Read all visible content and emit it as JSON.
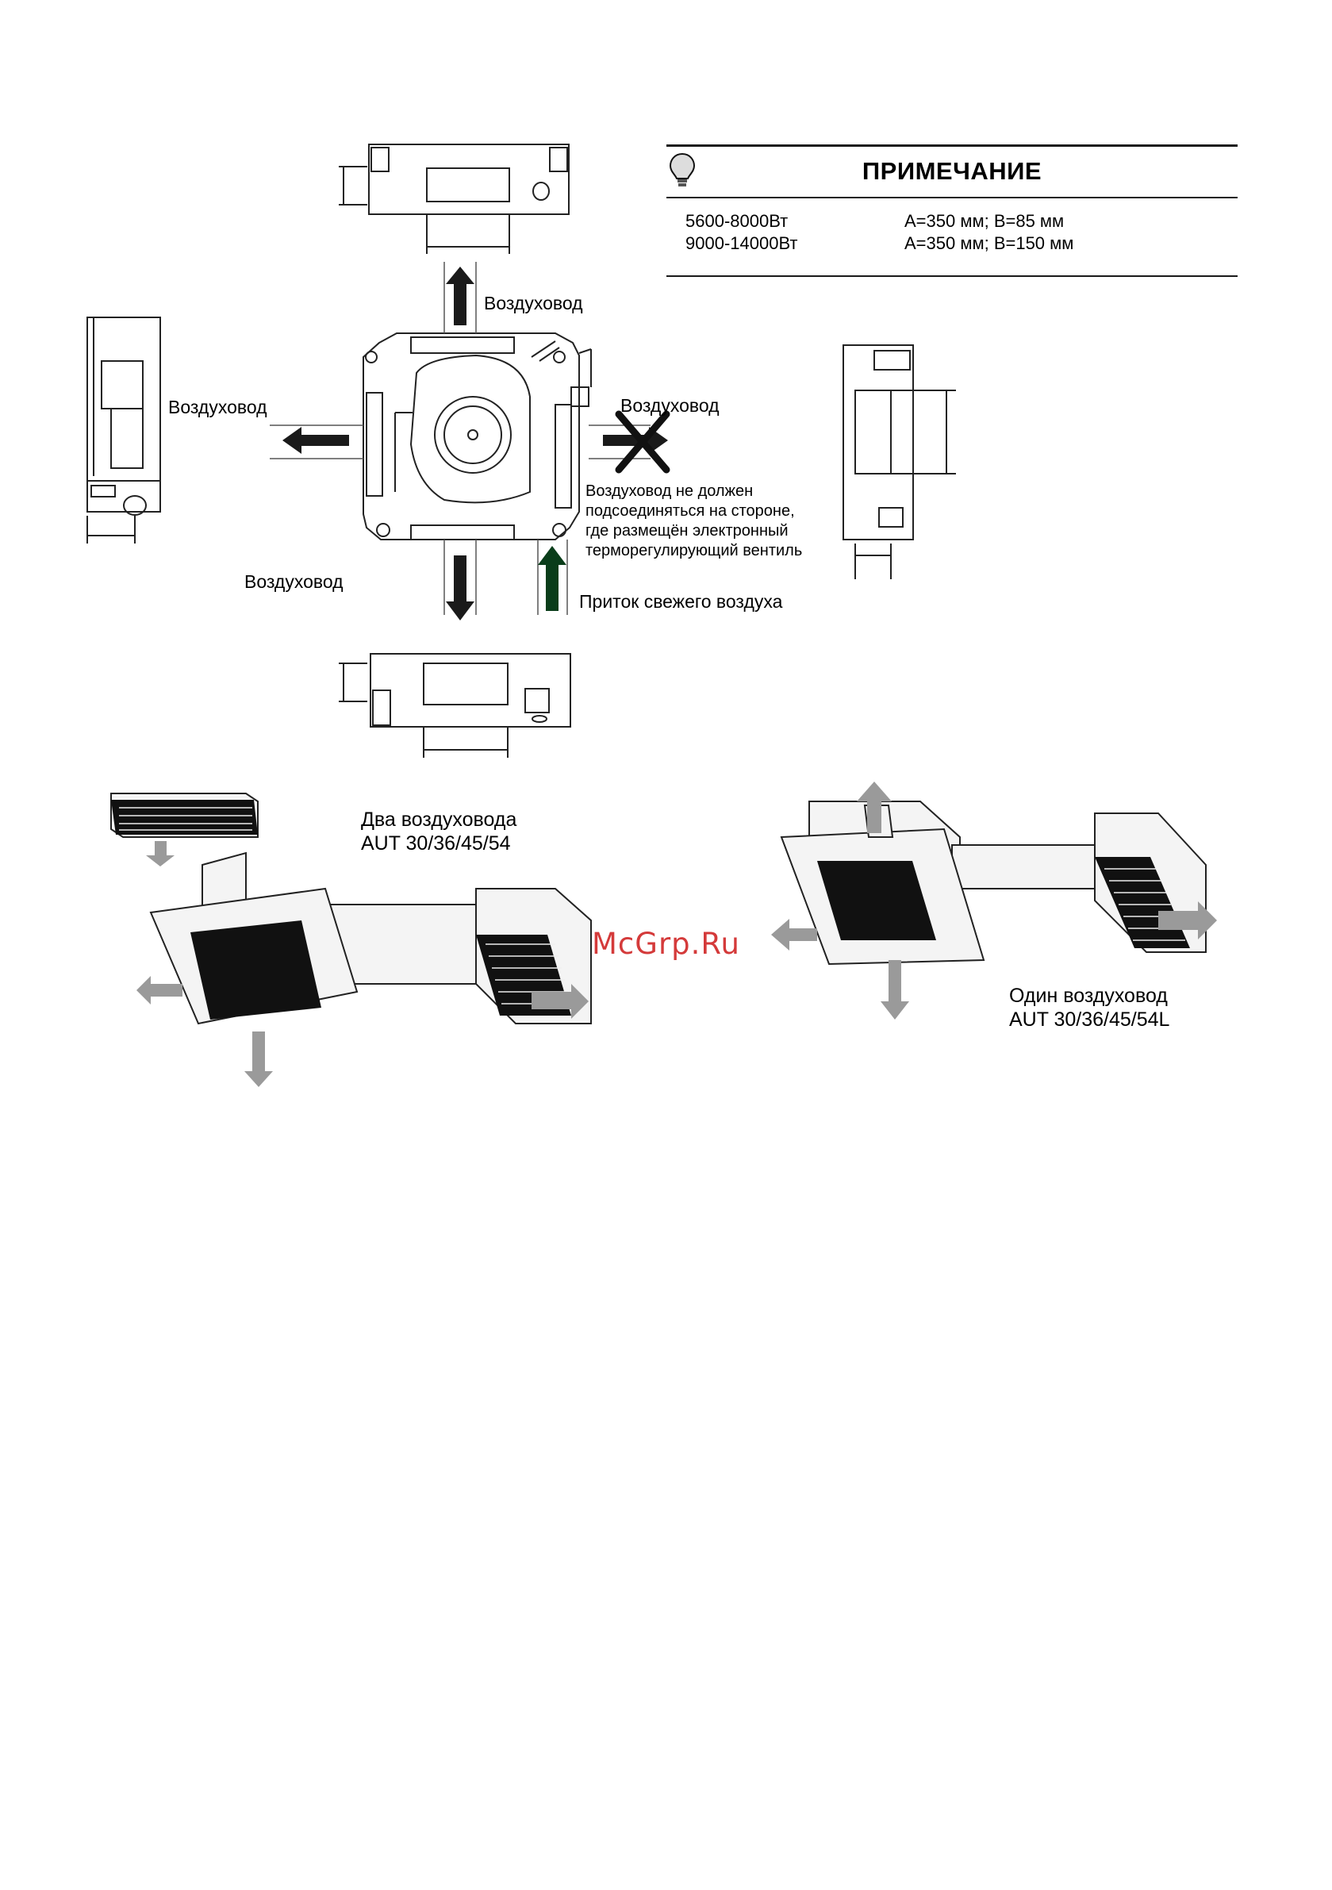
{
  "note": {
    "title": "ПРИМЕЧАНИЕ",
    "icon": "lightbulb-icon",
    "rows": [
      {
        "model": "5600-8000Вт",
        "dims": "A=350 мм; B=85 мм"
      },
      {
        "model": "9000-14000Вт",
        "dims": "A=350 мм; B=150 мм"
      }
    ]
  },
  "diagram": {
    "duct_top": "Воздуховод",
    "duct_left": "Воздуховод",
    "duct_right": "Воздуховод",
    "duct_bottom": "Воздуховод",
    "warning_lines": [
      "Воздуховод не должен",
      "подсоединяться на стороне,",
      "где размещён электронный",
      "терморегулирующий вентиль"
    ],
    "fresh_air": "Приток свежего воздуха"
  },
  "installations": {
    "two_ducts": {
      "line1": "Два воздуховода",
      "line2": "AUT 30/36/45/54"
    },
    "one_duct": {
      "line1": "Один воздуховод",
      "line2": "AUT 30/36/45/54L"
    }
  },
  "watermark": "McGrp.Ru",
  "colors": {
    "arrow_dark": "#1a1a1a",
    "arrow_green": "#0a3d1a",
    "arrow_gray": "#9a9a9a",
    "watermark": "#d43a3a"
  }
}
